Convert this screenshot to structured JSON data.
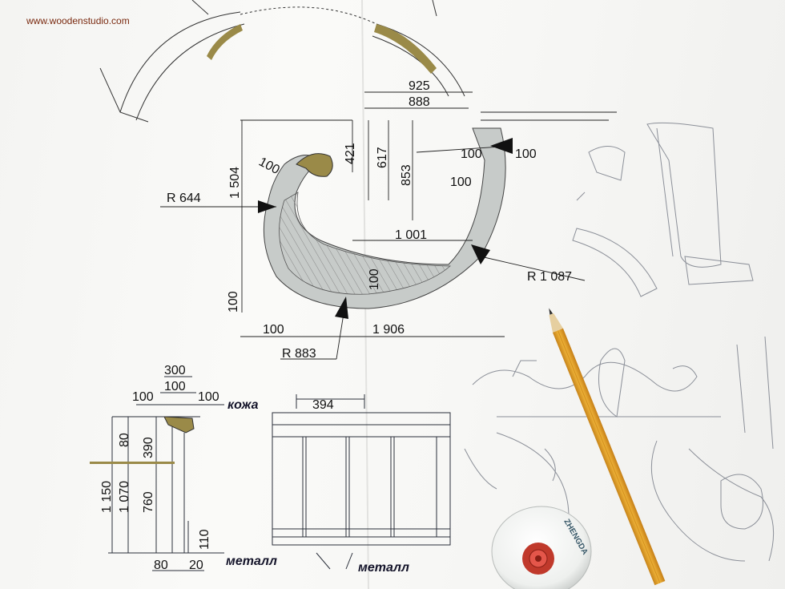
{
  "watermark": "www.woodenstudio.com",
  "plan_dimensions": {
    "d925": "925",
    "d888": "888",
    "d421": "421",
    "d617": "617",
    "d853": "853",
    "d1504": "1 504",
    "d100_top": "100",
    "d100_right_a": "100",
    "d100_right_b": "100",
    "d100_right_c": "100",
    "d100_center": "100",
    "d100_left": "100",
    "d100_bottom": "100",
    "d1001": "1 001",
    "d1906": "1 906"
  },
  "radius_labels": {
    "r644": "R 644",
    "r1087": "R 1 087",
    "r883": "R 883"
  },
  "section_dimensions": {
    "d300": "300",
    "d100_sec": "100",
    "d100_l": "100",
    "d100_r": "100",
    "d80_top": "80",
    "d390": "390",
    "d1150": "1 150",
    "d1070": "1 070",
    "d760": "760",
    "d110": "110",
    "d80_bottom": "80",
    "d20": "20",
    "d394": "394"
  },
  "material_labels": {
    "leather": "кожа",
    "metal_left": "металл",
    "metal_right": "металл"
  },
  "eraser": {
    "brand": "ZHENGDA"
  },
  "colors": {
    "paper": "#f6f6f4",
    "handrail_fill": "#c7cbc9",
    "wood_accent": "#9a8a48",
    "pencil_body": "#e0a324",
    "eraser_red": "#c0392b",
    "ink": "#1a1d2e"
  }
}
